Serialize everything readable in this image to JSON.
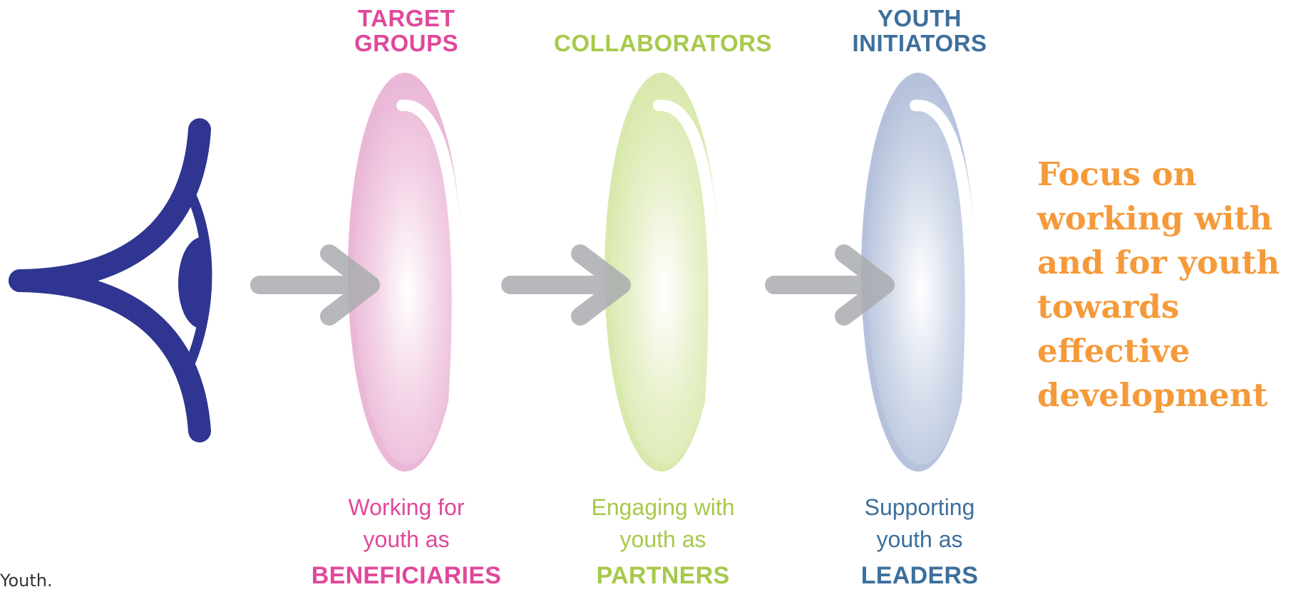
{
  "colors": {
    "eye": "#2f3590",
    "arrow": "#a9abaf",
    "pink": "#e0489b",
    "green": "#a7c94a",
    "blue": "#3d6f9c",
    "focus": "#f59a3a",
    "lens_pink": "#eab7d7",
    "lens_green": "#d9e9ad",
    "lens_blue": "#b6c2dc"
  },
  "icons": {
    "eye": "eye-icon",
    "arrow": "arrow-right-icon",
    "lens": "lens-icon"
  },
  "stages": [
    {
      "heading_line1": "TARGET",
      "heading_line2": "GROUPS",
      "desc_line1": "Working for",
      "desc_line2": "youth as",
      "role": "BENEFICIARIES"
    },
    {
      "heading_line1": "",
      "heading_line2": "COLLABORATORS",
      "desc_line1": "Engaging with",
      "desc_line2": "youth as",
      "role": "PARTNERS"
    },
    {
      "heading_line1": "YOUTH",
      "heading_line2": "INITIATORS",
      "desc_line1": "Supporting",
      "desc_line2": "youth as",
      "role": "LEADERS"
    }
  ],
  "focus": {
    "line1": "Focus on",
    "line2": "working with",
    "line3": "and for youth",
    "line4": "towards",
    "line5": "effective",
    "line6": "development"
  },
  "caption": "Youth."
}
